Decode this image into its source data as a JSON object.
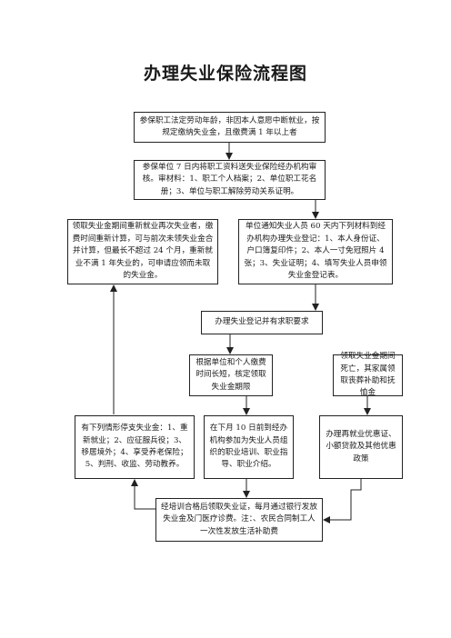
{
  "title": "办理失业保险流程图",
  "boxes": {
    "b1": "参保职工法定劳动年龄，非因本人意愿中断就业，按规定缴纳失业金，且缴费满 1 年以上者",
    "b2": "参保单位 7 日内将职工资料送失业保险经办机构审核。审材料：1、职工个人档案；2、单位职工花名册；3、单位与职工解除劳动关系证明。",
    "b3": "领取失业金期间重新就业再次失业者，缴费时间重新计算，可与前次未领失业金合并计算，但最长不超过 24 个月，重新就业不满 1 年失业的，可申请应领而未取的失业金。",
    "b4": "单位通知失业人员 60 天内下列材料到经办机构办理失业登记：1、本人身份证、户口簿复印件；2、本人一寸免冠照片 4 张；3、失业证明；4、填写失业人员申领失业金登记表。",
    "b5": "办理失业登记并有求职要求",
    "b6": "根据单位和个人缴费时间长短，核定领取失业金期限",
    "b7": "领取失业金期间死亡，其家属领取丧葬补助和抚恤金",
    "b8": "有下列情形停支失业金：1、重新就业；2、应征服兵役；3、移居境外；4、享受养老保险；5、判刑、收监、劳动教养。",
    "b9": "在下月 10 日前到经办机构参加为失业人员组织的职业培训、职业指导、职业介绍。",
    "b10": "办理再就业优惠证、小额贷款及其他优惠政策",
    "b11": "经培训合格后领取失业证，每月通过银行发放失业金及门医疗诊费。注：、农民合同制工人一次性发放生活补助费"
  }
}
